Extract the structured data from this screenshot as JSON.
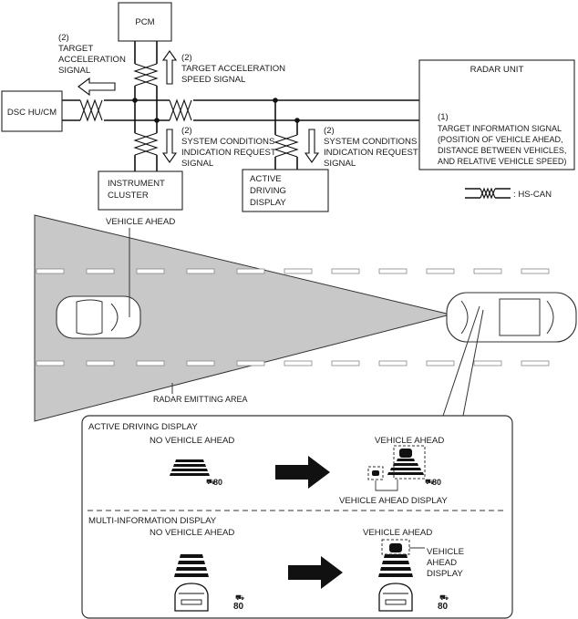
{
  "boxes": {
    "pcm": "PCM",
    "dsc": "DSC HU/CM",
    "radar": "RADAR UNIT",
    "instrument": [
      "INSTRUMENT",
      "CLUSTER"
    ],
    "adisplay": [
      "ACTIVE",
      "DRIVING",
      "DISPLAY"
    ]
  },
  "signals": {
    "target_accel_num": "(2)",
    "target_accel": [
      "TARGET",
      "ACCELERATION",
      "SIGNAL"
    ],
    "target_accel_speed_num": "(2)",
    "target_accel_speed": [
      "TARGET ACCELERATION",
      "SPEED SIGNAL"
    ],
    "target_info_num": "(1)",
    "target_info": [
      "TARGET INFORMATION SIGNAL",
      "(POSITION OF VEHICLE AHEAD,",
      "DISTANCE BETWEEN VEHICLES,",
      "AND RELATIVE VEHICLE SPEED)"
    ],
    "syscond1_num": "(2)",
    "syscond1": [
      "SYSTEM CONDITIONS",
      "INDICATION REQUEST",
      "SIGNAL"
    ],
    "syscond2_num": "(2)",
    "syscond2": [
      "SYSTEM CONDITIONS",
      "INDICATION REQUEST",
      "SIGNAL"
    ]
  },
  "legend": {
    "hs_can": ": HS-CAN"
  },
  "road": {
    "vehicle_ahead": "VEHICLE AHEAD",
    "radar_area": "RADAR EMITTING AREA"
  },
  "inset": {
    "adp_title": "ACTIVE DRIVING DISPLAY",
    "adp_no_vehicle": "NO VEHICLE AHEAD",
    "adp_vehicle": "VEHICLE AHEAD",
    "adp_speed_left": "80",
    "adp_speed_right": "80",
    "adp_vehicle_display": "VEHICLE AHEAD DISPLAY",
    "mid_title": "MULTI-INFORMATION DISPLAY",
    "mid_no_vehicle": "NO VEHICLE AHEAD",
    "mid_vehicle": "VEHICLE AHEAD",
    "mid_speed_left": "80",
    "mid_speed_right": "80",
    "mid_vehicle_display": [
      "VEHICLE",
      "AHEAD",
      "DISPLAY"
    ]
  }
}
